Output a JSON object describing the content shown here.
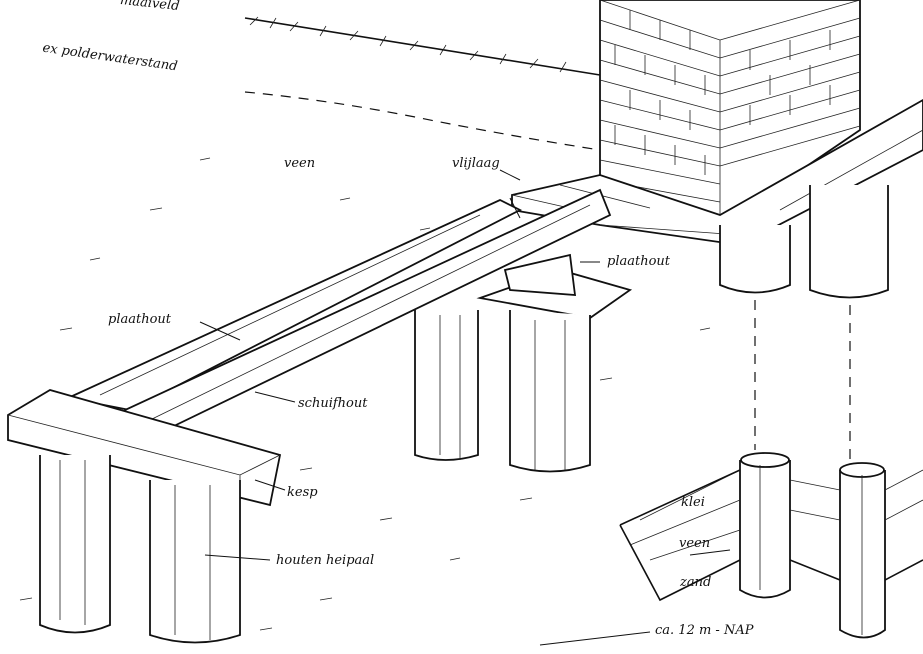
{
  "diagram": {
    "labels": {
      "maaiveld": "maaiveld",
      "polderwaterstand": "ex polderwaterstand",
      "veen_top": "veen",
      "vlijlaag": "vlijlaag",
      "plaathout_right": "plaathout",
      "plaathout_left": "plaathout",
      "schuifhout": "schuifhout",
      "kesp": "kesp",
      "heipaal": "houten heipaal",
      "klei": "klei",
      "veen_bottom": "veen",
      "zand": "zand",
      "depth": "ca. 12 m - NAP"
    }
  }
}
